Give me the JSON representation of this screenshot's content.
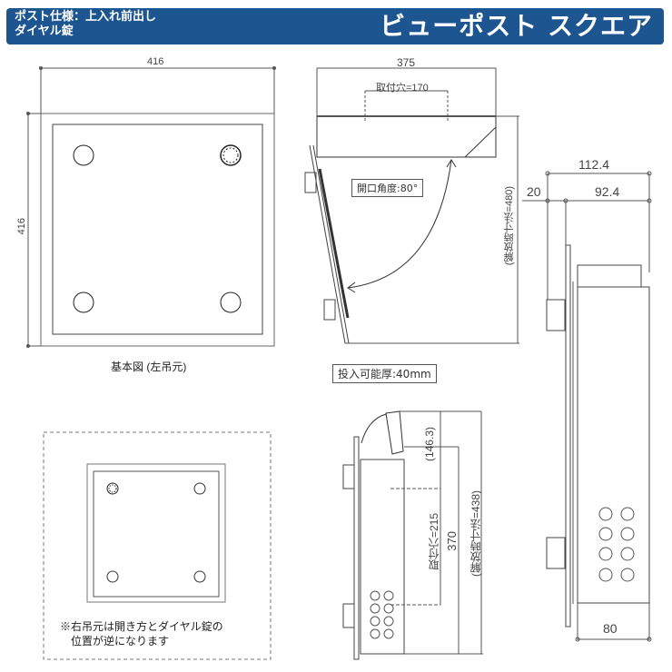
{
  "header": {
    "spec_line1": "ポスト仕様：上入れ前出し",
    "spec_line2": "ダイヤル錠",
    "product_title": "ビューポスト スクエア",
    "bg_color": "#1d5591"
  },
  "front_view": {
    "width_dim": "416",
    "height_dim": "416",
    "caption": "基本図 (左吊元)"
  },
  "side_open_view": {
    "depth_dim": "375",
    "mount_hole_dim": "取付穴=170",
    "open_angle": "開口角度:80°",
    "open_height_dim": "(解放時寸法=480)",
    "insert_thickness": "投入可能厚:40mm"
  },
  "side_view": {
    "top_flap_dim": "(146.3)",
    "mount_hole_dim": "取付穴=215",
    "height_dim": "370",
    "open_height_dim": "(解放時寸法=438)"
  },
  "right_side_view": {
    "total_depth": "112.4",
    "plate_offset": "20",
    "body_depth": "92.4",
    "bottom_width": "80"
  },
  "right_hinge_inset": {
    "note_line1": "※右吊元は開き方とダイヤル錠の",
    "note_line2": "位置が逆になります"
  }
}
